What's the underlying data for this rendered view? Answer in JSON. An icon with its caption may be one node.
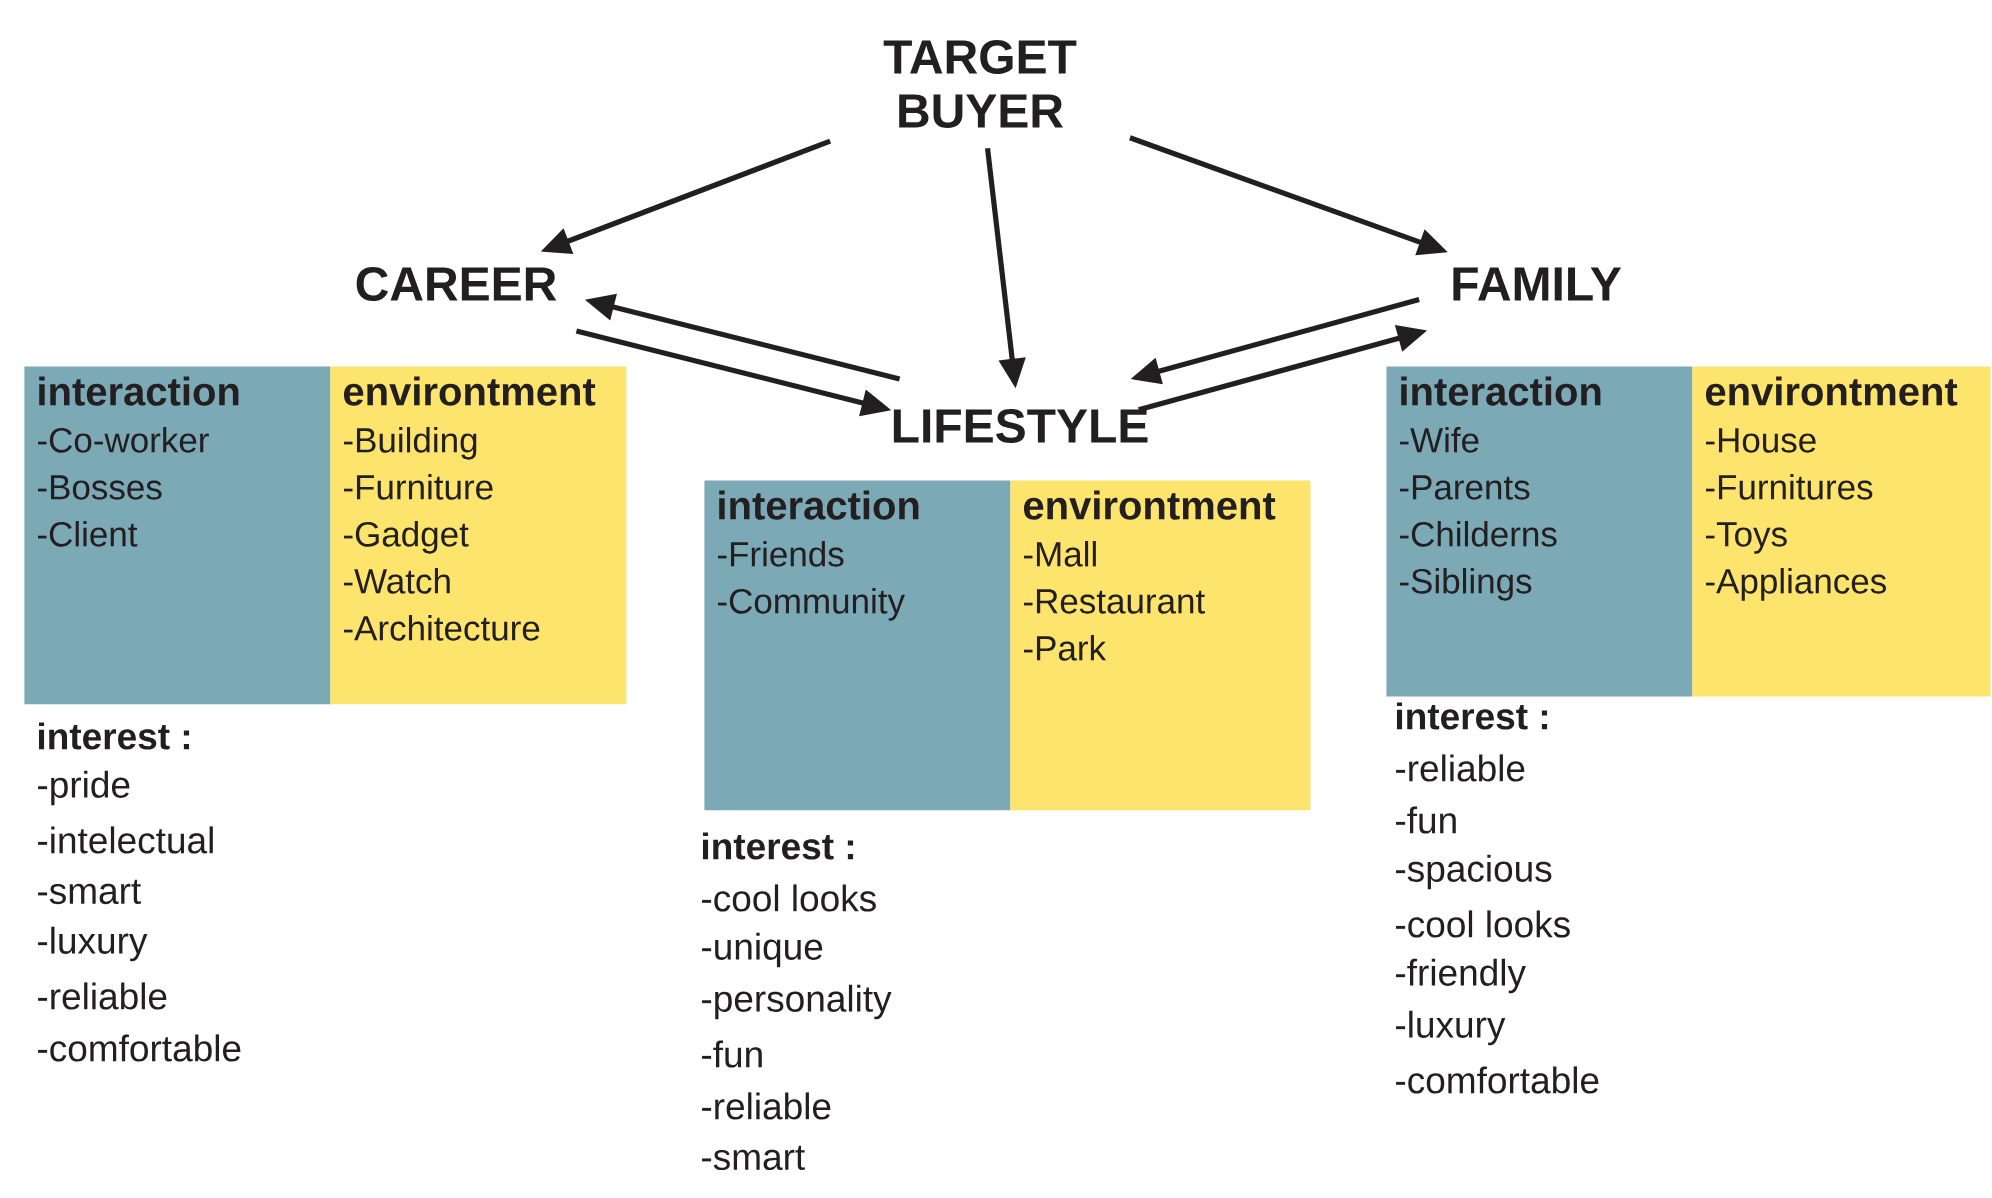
{
  "diagram": {
    "nodes": [
      {
        "text": [
          "TARGET BUYER"
        ]
      },
      {
        "text": [
          "CAREER"
        ]
      },
      {
        "text": [
          "LIFESTYLE"
        ]
      },
      {
        "text": [
          "FAMILY"
        ]
      },
      {
        "text": [
          "interaction",
          "-Co-worker",
          "-Bosses",
          "-Client"
        ]
      },
      {
        "text": [
          "environtment",
          "-Building",
          "-Furniture",
          "-Gadget",
          "-Watch",
          "-Architecture"
        ]
      },
      {
        "text": [
          "interaction",
          "-Friends",
          "-Community"
        ]
      },
      {
        "text": [
          "environtment",
          "-Mall",
          "-Restaurant",
          "-Park"
        ]
      },
      {
        "text": [
          "interaction",
          "-Wife",
          "-Parents",
          "-Childerns",
          "-Siblings"
        ]
      },
      {
        "text": [
          "environtment",
          "-House",
          "-Furnitures",
          "-Toys",
          "-Appliances"
        ]
      }
    ],
    "edges": [
      {
        "from": 0,
        "to": 1,
        "arrow": "to"
      },
      {
        "from": 0,
        "to": 2,
        "arrow": "to"
      },
      {
        "from": 0,
        "to": 3,
        "arrow": "to"
      },
      {
        "from": 1,
        "to": 2,
        "arrow": "to"
      },
      {
        "from": 2,
        "to": 1,
        "arrow": "to"
      },
      {
        "from": 3,
        "to": 2,
        "arrow": "to"
      },
      {
        "from": 2,
        "to": 3,
        "arrow": "to"
      }
    ],
    "labels": [
      "interest :",
      "-pride",
      "-intelectual",
      "-smart",
      "-luxury",
      "-reliable",
      "-comfortable",
      "interest :",
      "-cool looks",
      "-unique",
      "-personality",
      "-fun",
      "-reliable",
      "-smart",
      "interest :",
      "-reliable",
      "-fun",
      "-spacious",
      "-cool looks",
      "-friendly",
      "-luxury",
      "-comfortable"
    ]
  }
}
